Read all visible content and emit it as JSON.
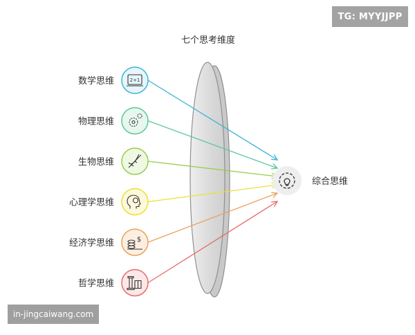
{
  "title": "七个思考维度",
  "thinking_types": [
    {
      "label": "数学思维",
      "icon": "math-board-icon",
      "color": "#3fb4d6",
      "fill": "#e6f6fb"
    },
    {
      "label": "物理思维",
      "icon": "atom-gear-icon",
      "color": "#5cc79a",
      "fill": "#e7f7ef"
    },
    {
      "label": "生物思维",
      "icon": "dna-icon",
      "color": "#98cc4f",
      "fill": "#eef8e2"
    },
    {
      "label": "心理学思维",
      "icon": "brain-head-icon",
      "color": "#eddf36",
      "fill": "#fcf9dc"
    },
    {
      "label": "经济学思维",
      "icon": "coins-scale-icon",
      "color": "#e9a15a",
      "fill": "#fcefe2"
    },
    {
      "label": "哲学思维",
      "icon": "pillar-book-icon",
      "color": "#e56b6b",
      "fill": "#fce8e8"
    }
  ],
  "result": {
    "label": "综合思维",
    "icon": "gear-bulb-icon",
    "fill": "#eeeeee"
  },
  "lens": {
    "icon": "lens-icon",
    "fill": "#dcdcdc",
    "stroke": "#8f8f8f"
  },
  "watermarks": {
    "tg": "TG: MYYJJPP",
    "site": "in-jingcaiwang.com"
  }
}
